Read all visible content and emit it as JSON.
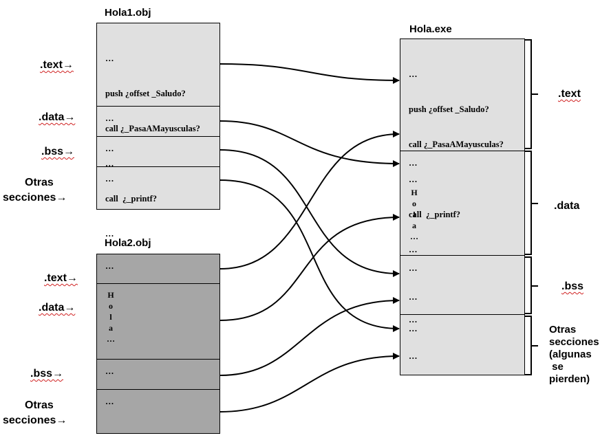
{
  "hola1": {
    "title": "Hola1.obj",
    "text_label": ".text→",
    "data_label": ".data→",
    "bss_label": ".bss→",
    "otras_label_1": "Otras",
    "otras_label_2": "secciones→",
    "text_lines": [
      "…",
      "push ¿offset _Saludo?",
      "call ¿_PasaAMayusculas?",
      "…",
      "call  ¿_printf?",
      "…"
    ],
    "data_content": "…",
    "bss_content": "…",
    "otras_content": "…"
  },
  "hola2": {
    "title": "Hola2.obj",
    "text_label": ".text→",
    "data_label": ".data→",
    "bss_label": ".bss→",
    "otras_label_1": "Otras",
    "otras_label_2": "secciones→",
    "text_content": "…",
    "data_chars": [
      "H",
      "o",
      "l",
      "a",
      "…"
    ],
    "bss_content": "…",
    "otras_content": "…"
  },
  "exe": {
    "title": "Hola.exe",
    "text_lines": [
      "…",
      "push ¿offset _Saludo?",
      "call ¿_PasaAMayusculas?",
      "…",
      "call  ¿_printf?",
      "…",
      "",
      "…"
    ],
    "data_top": "…",
    "data_chars": [
      "H",
      "o",
      "l",
      "a",
      "…"
    ],
    "bss_lines": [
      "…",
      "…"
    ],
    "otras_lines": [
      "…",
      "…"
    ],
    "brace_text": ".text",
    "brace_data": ".data",
    "brace_bss": ".bss",
    "brace_otras_lines": [
      "Otras",
      "secciones",
      "(algunas",
      " se",
      "pierden)"
    ]
  }
}
